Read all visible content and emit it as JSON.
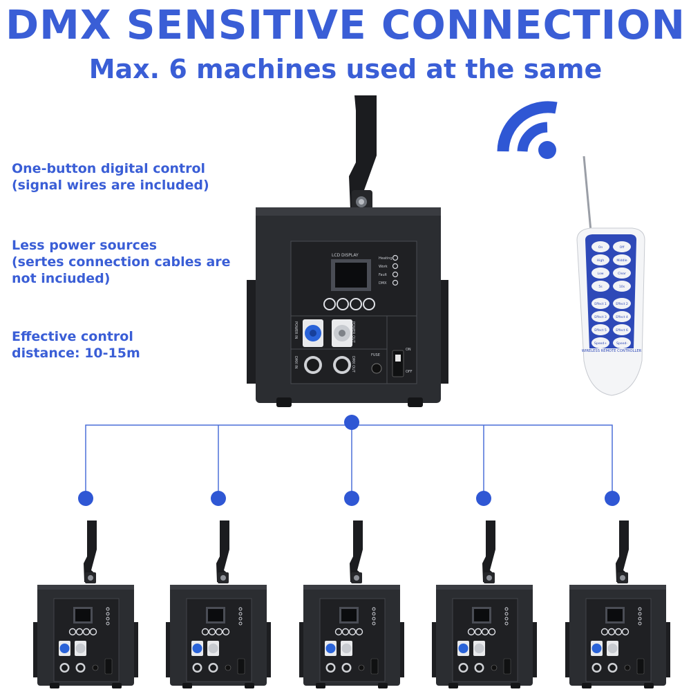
{
  "title": "DMX SENSITIVE CONNECTION",
  "subtitle": "Max. 6 machines used at the same",
  "features": [
    "One-button digital control\n(signal wires are included)",
    "Less power sources\n(sertes connection cables are\nnot inciuded)",
    "Effective control\ndistance:  10-15m"
  ],
  "master_panel": {
    "display_label": "LCD DISPLAY",
    "indicators": [
      "Heating",
      "Work",
      "Fault",
      "DMX"
    ],
    "power_in": "POWER IN",
    "power_out": "POWER OUT",
    "dmx_in": "DMX IN",
    "dmx_out": "DMX OUT",
    "fuse": "FUSE",
    "on": "ON",
    "off": "OFF"
  },
  "remote": {
    "buttons": [
      "On",
      "Off",
      "High",
      "Middle",
      "Low",
      "Clear",
      "5s",
      "10s",
      "Effect 1",
      "Effect 2",
      "Effect 3",
      "Effect 4",
      "Effect 5",
      "Effect 6",
      "Speed+",
      "Speed-"
    ],
    "label": "WIRELESS REMOTE CONTROLLER"
  },
  "colors": {
    "accent": "#3a5ed6",
    "line": "#4a6fd8",
    "dot": "#2f57d4",
    "body": "#2b2d31"
  },
  "icons": [
    "wifi-icon"
  ],
  "slave_count": 5
}
